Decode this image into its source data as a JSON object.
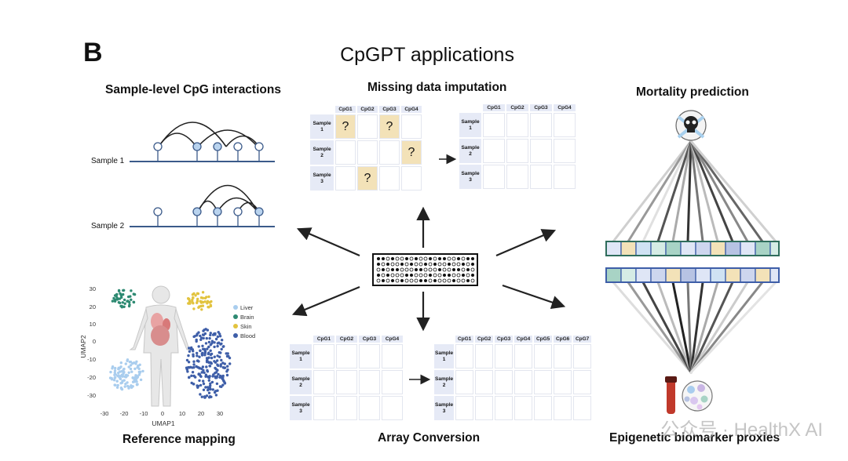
{
  "panel_letter": "B",
  "title": "CpGPT applications",
  "sections": {
    "cpg_interactions": "Sample-level CpG interactions",
    "imputation": "Missing data imputation",
    "mortality": "Mortality prediction",
    "reference_mapping": "Reference mapping",
    "array_conversion": "Array Conversion",
    "biomarker": "Epigenetic biomarker proxies"
  },
  "cpg_samples": [
    "Sample 1",
    "Sample 2"
  ],
  "imputation": {
    "columns": [
      "CpG1",
      "CpG2",
      "CpG3",
      "CpG4"
    ],
    "rows": [
      [
        "Sample",
        "1"
      ],
      [
        "Sample",
        "2"
      ],
      [
        "Sample",
        "3"
      ]
    ],
    "missing_symbol": "?"
  },
  "array_conversion": {
    "source_columns": [
      "CpG1",
      "CpG2",
      "CpG3",
      "CpG4"
    ],
    "target_columns": [
      "CpG1",
      "CpG2",
      "CpG3",
      "CpG4",
      "CpG5",
      "CpG6",
      "CpG7"
    ],
    "rows": [
      [
        "Sample",
        "1"
      ],
      [
        "Sample",
        "2"
      ],
      [
        "Sample",
        "3"
      ]
    ]
  },
  "umap": {
    "xlabel": "UMAP1",
    "ylabel": "UMAP2",
    "xticks": [
      "-30",
      "-20",
      "-10",
      "0",
      "10",
      "20",
      "30"
    ],
    "yticks": [
      "30",
      "20",
      "10",
      "0",
      "-10",
      "-20",
      "-30"
    ],
    "legend": [
      {
        "label": "Liver",
        "color": "#a9cdee"
      },
      {
        "label": "Brain",
        "color": "#2e8a72"
      },
      {
        "label": "Skin",
        "color": "#e2c33e"
      },
      {
        "label": "Blood",
        "color": "#3e5ea8"
      }
    ]
  },
  "colors": {
    "line": "#3b5a8a",
    "node_fill": "#b9d3ee",
    "cell_header": "#e6eaf6",
    "missing": "#f3e2b8"
  },
  "watermark": "公众号 · HealthX AI"
}
